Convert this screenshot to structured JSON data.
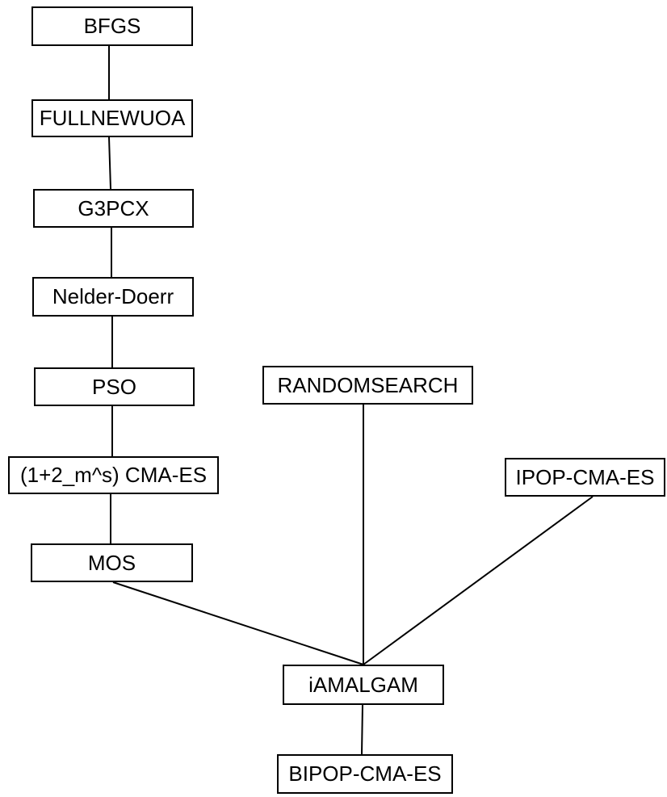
{
  "diagram": {
    "nodes": [
      {
        "id": "bfgs",
        "label": "BFGS"
      },
      {
        "id": "fullnewuoa",
        "label": "FULLNEWUOA"
      },
      {
        "id": "g3pcx",
        "label": "G3PCX"
      },
      {
        "id": "nelder-doerr",
        "label": "Nelder-Doerr"
      },
      {
        "id": "pso",
        "label": "PSO"
      },
      {
        "id": "cmaes-1-2",
        "label": "(1+2_m^s) CMA-ES"
      },
      {
        "id": "mos",
        "label": "MOS"
      },
      {
        "id": "randomsearch",
        "label": "RANDOMSEARCH"
      },
      {
        "id": "ipop-cma-es",
        "label": "IPOP-CMA-ES"
      },
      {
        "id": "iamalgam",
        "label": "iAMALGAM"
      },
      {
        "id": "bipop-cma-es",
        "label": "BIPOP-CMA-ES"
      }
    ],
    "edges": [
      {
        "from": "bfgs",
        "to": "fullnewuoa"
      },
      {
        "from": "fullnewuoa",
        "to": "g3pcx"
      },
      {
        "from": "g3pcx",
        "to": "nelder-doerr"
      },
      {
        "from": "nelder-doerr",
        "to": "pso"
      },
      {
        "from": "pso",
        "to": "cmaes-1-2"
      },
      {
        "from": "cmaes-1-2",
        "to": "mos"
      },
      {
        "from": "mos",
        "to": "iamalgam"
      },
      {
        "from": "randomsearch",
        "to": "iamalgam"
      },
      {
        "from": "ipop-cma-es",
        "to": "iamalgam"
      },
      {
        "from": "iamalgam",
        "to": "bipop-cma-es"
      }
    ]
  }
}
